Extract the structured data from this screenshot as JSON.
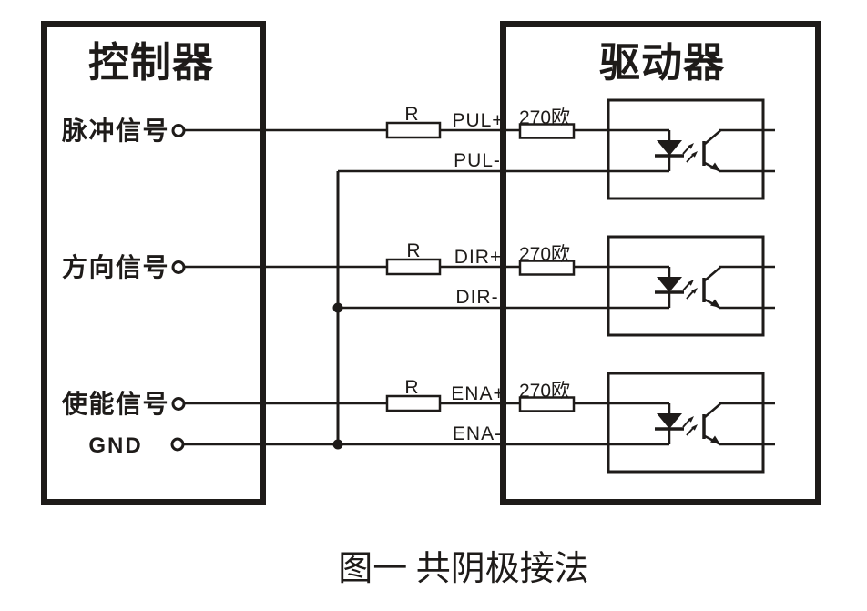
{
  "figure": {
    "controller": {
      "title": "控制器"
    },
    "driver": {
      "title": "驱动器"
    },
    "channels": [
      {
        "id": "pulse",
        "controller_label": "脉冲信号",
        "series_resistor": "R",
        "plus_pin": "PUL+",
        "minus_pin": "PUL-",
        "internal_resistor": "270欧"
      },
      {
        "id": "direction",
        "controller_label": "方向信号",
        "series_resistor": "R",
        "plus_pin": "DIR+",
        "minus_pin": "DIR-",
        "internal_resistor": "270欧"
      },
      {
        "id": "enable",
        "controller_label": "使能信号",
        "series_resistor": "R",
        "plus_pin": "ENA+",
        "minus_pin": "ENA-",
        "internal_resistor": "270欧"
      }
    ],
    "gnd_label": "GND",
    "caption": "图一 共阴极接法",
    "colors": {
      "ink": "#1e1b19",
      "background": "#ffffff"
    }
  }
}
